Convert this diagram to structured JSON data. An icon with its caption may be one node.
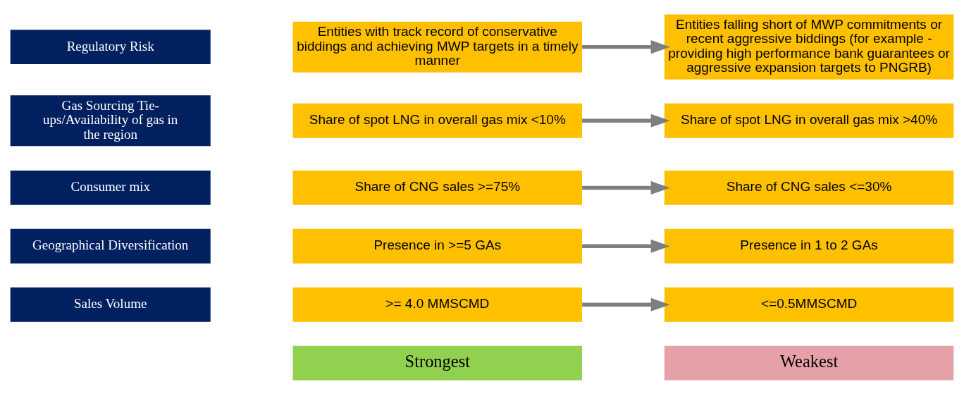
{
  "diagram": {
    "nodes": [
      {
        "text": [
          "Strongest"
        ]
      },
      {
        "text": [
          "Weakest"
        ]
      },
      {
        "text": [
          "Sales Volume"
        ]
      },
      {
        "text": [
          ">= 4.0 MMSCMD"
        ]
      },
      {
        "text": [
          "<=0.5MMSCMD"
        ]
      },
      {
        "text": [
          "Geographical Diversification"
        ]
      },
      {
        "text": [
          "Presence in >=5 GAs"
        ]
      },
      {
        "text": [
          "Presence in 1 to 2 GAs"
        ]
      },
      {
        "text": [
          "Consumer mix"
        ]
      },
      {
        "text": [
          "Share of CNG sales >=75%"
        ]
      },
      {
        "text": [
          "Share of CNG sales <=30%"
        ]
      },
      {
        "text": [
          "Gas Sourcing Tie-ups/Availability of gas in the region"
        ]
      },
      {
        "text": [
          "Share of spot LNG in overall gas mix <10%"
        ]
      },
      {
        "text": [
          "Share of spot LNG in overall gas mix >40%"
        ]
      },
      {
        "text": [
          "Regulatory Risk"
        ]
      },
      {
        "text": [
          "Entities with track record of conservative biddings and achieving MWP targets in a timely manner"
        ]
      },
      {
        "text": [
          "Entities falling short of MWP commitments or recent aggressive biddings (for example - providing high performance bank guarantees or aggressive expansion targets to PNGRB)"
        ]
      }
    ],
    "edges": [
      {
        "from": 3,
        "to": 4,
        "arrow": "to"
      },
      {
        "from": 6,
        "to": 7,
        "arrow": "to"
      },
      {
        "from": 9,
        "to": 10,
        "arrow": "to"
      },
      {
        "from": 12,
        "to": 13,
        "arrow": "to"
      },
      {
        "from": 15,
        "to": 16,
        "arrow": "to"
      }
    ]
  }
}
